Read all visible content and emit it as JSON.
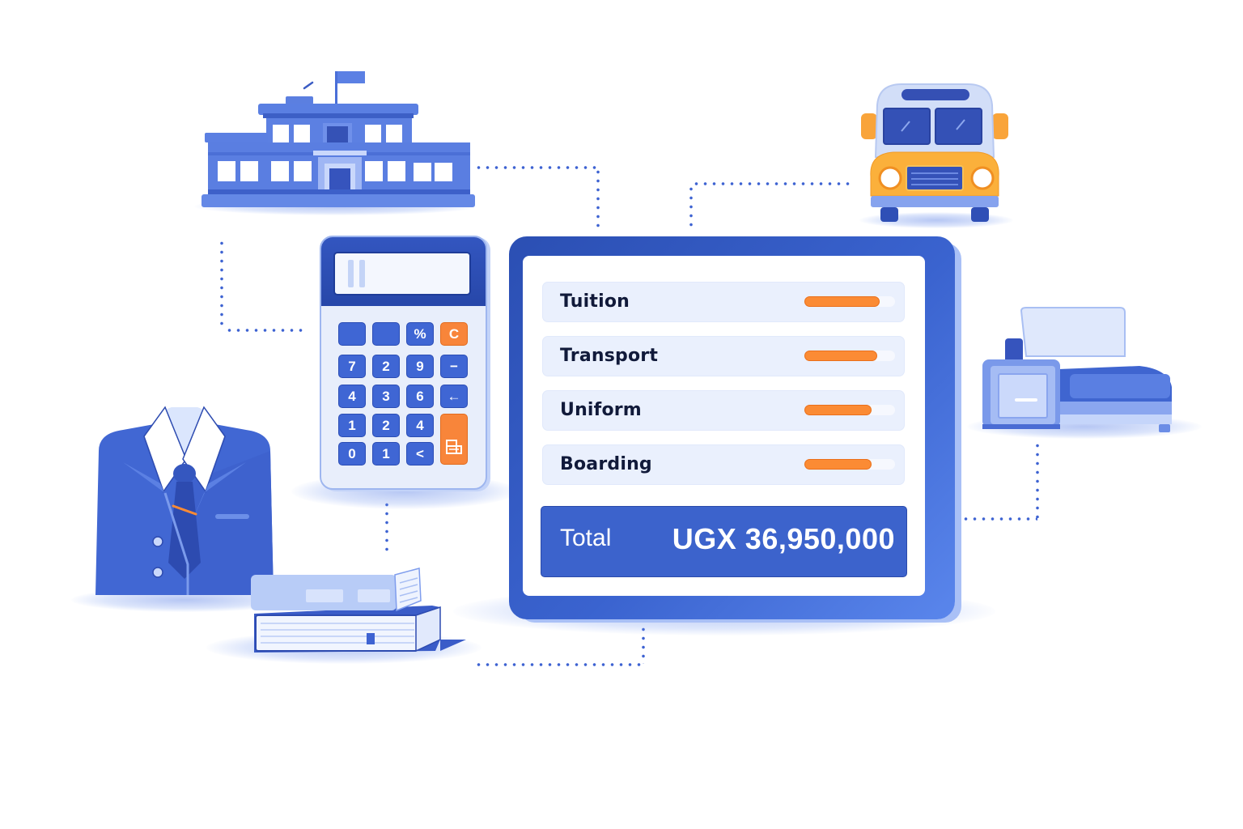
{
  "illustration": {
    "subject": "School fees cost breakdown",
    "colors": {
      "primary_blue": "#3c63cc",
      "dark_blue": "#2747a9",
      "light_blue": "#eaf0fd",
      "accent_orange": "#fb8b34",
      "text_dark": "#111a3a",
      "bus_yellow": "#fbb03b"
    }
  },
  "fee_panel": {
    "items": [
      {
        "label": "Tuition",
        "progress_pct": 83
      },
      {
        "label": "Transport",
        "progress_pct": 80
      },
      {
        "label": "Uniform",
        "progress_pct": 74
      },
      {
        "label": "Boarding",
        "progress_pct": 74
      }
    ],
    "total": {
      "label": "Total",
      "value": "UGX 36,950,000"
    }
  },
  "calculator": {
    "keys": [
      [
        "",
        "",
        "%",
        "C"
      ],
      [
        "7",
        "2",
        "9",
        "−"
      ],
      [
        "4",
        "3",
        "6",
        "←"
      ],
      [
        "1",
        "2",
        "4",
        ""
      ],
      [
        "0",
        "1",
        "<",
        ""
      ]
    ],
    "enter_key_icon": "receipt-icon"
  },
  "icons": [
    {
      "name": "school-building-icon"
    },
    {
      "name": "school-bus-icon"
    },
    {
      "name": "bed-icon"
    },
    {
      "name": "school-uniform-icon"
    },
    {
      "name": "books-icon"
    },
    {
      "name": "calculator-icon"
    }
  ]
}
